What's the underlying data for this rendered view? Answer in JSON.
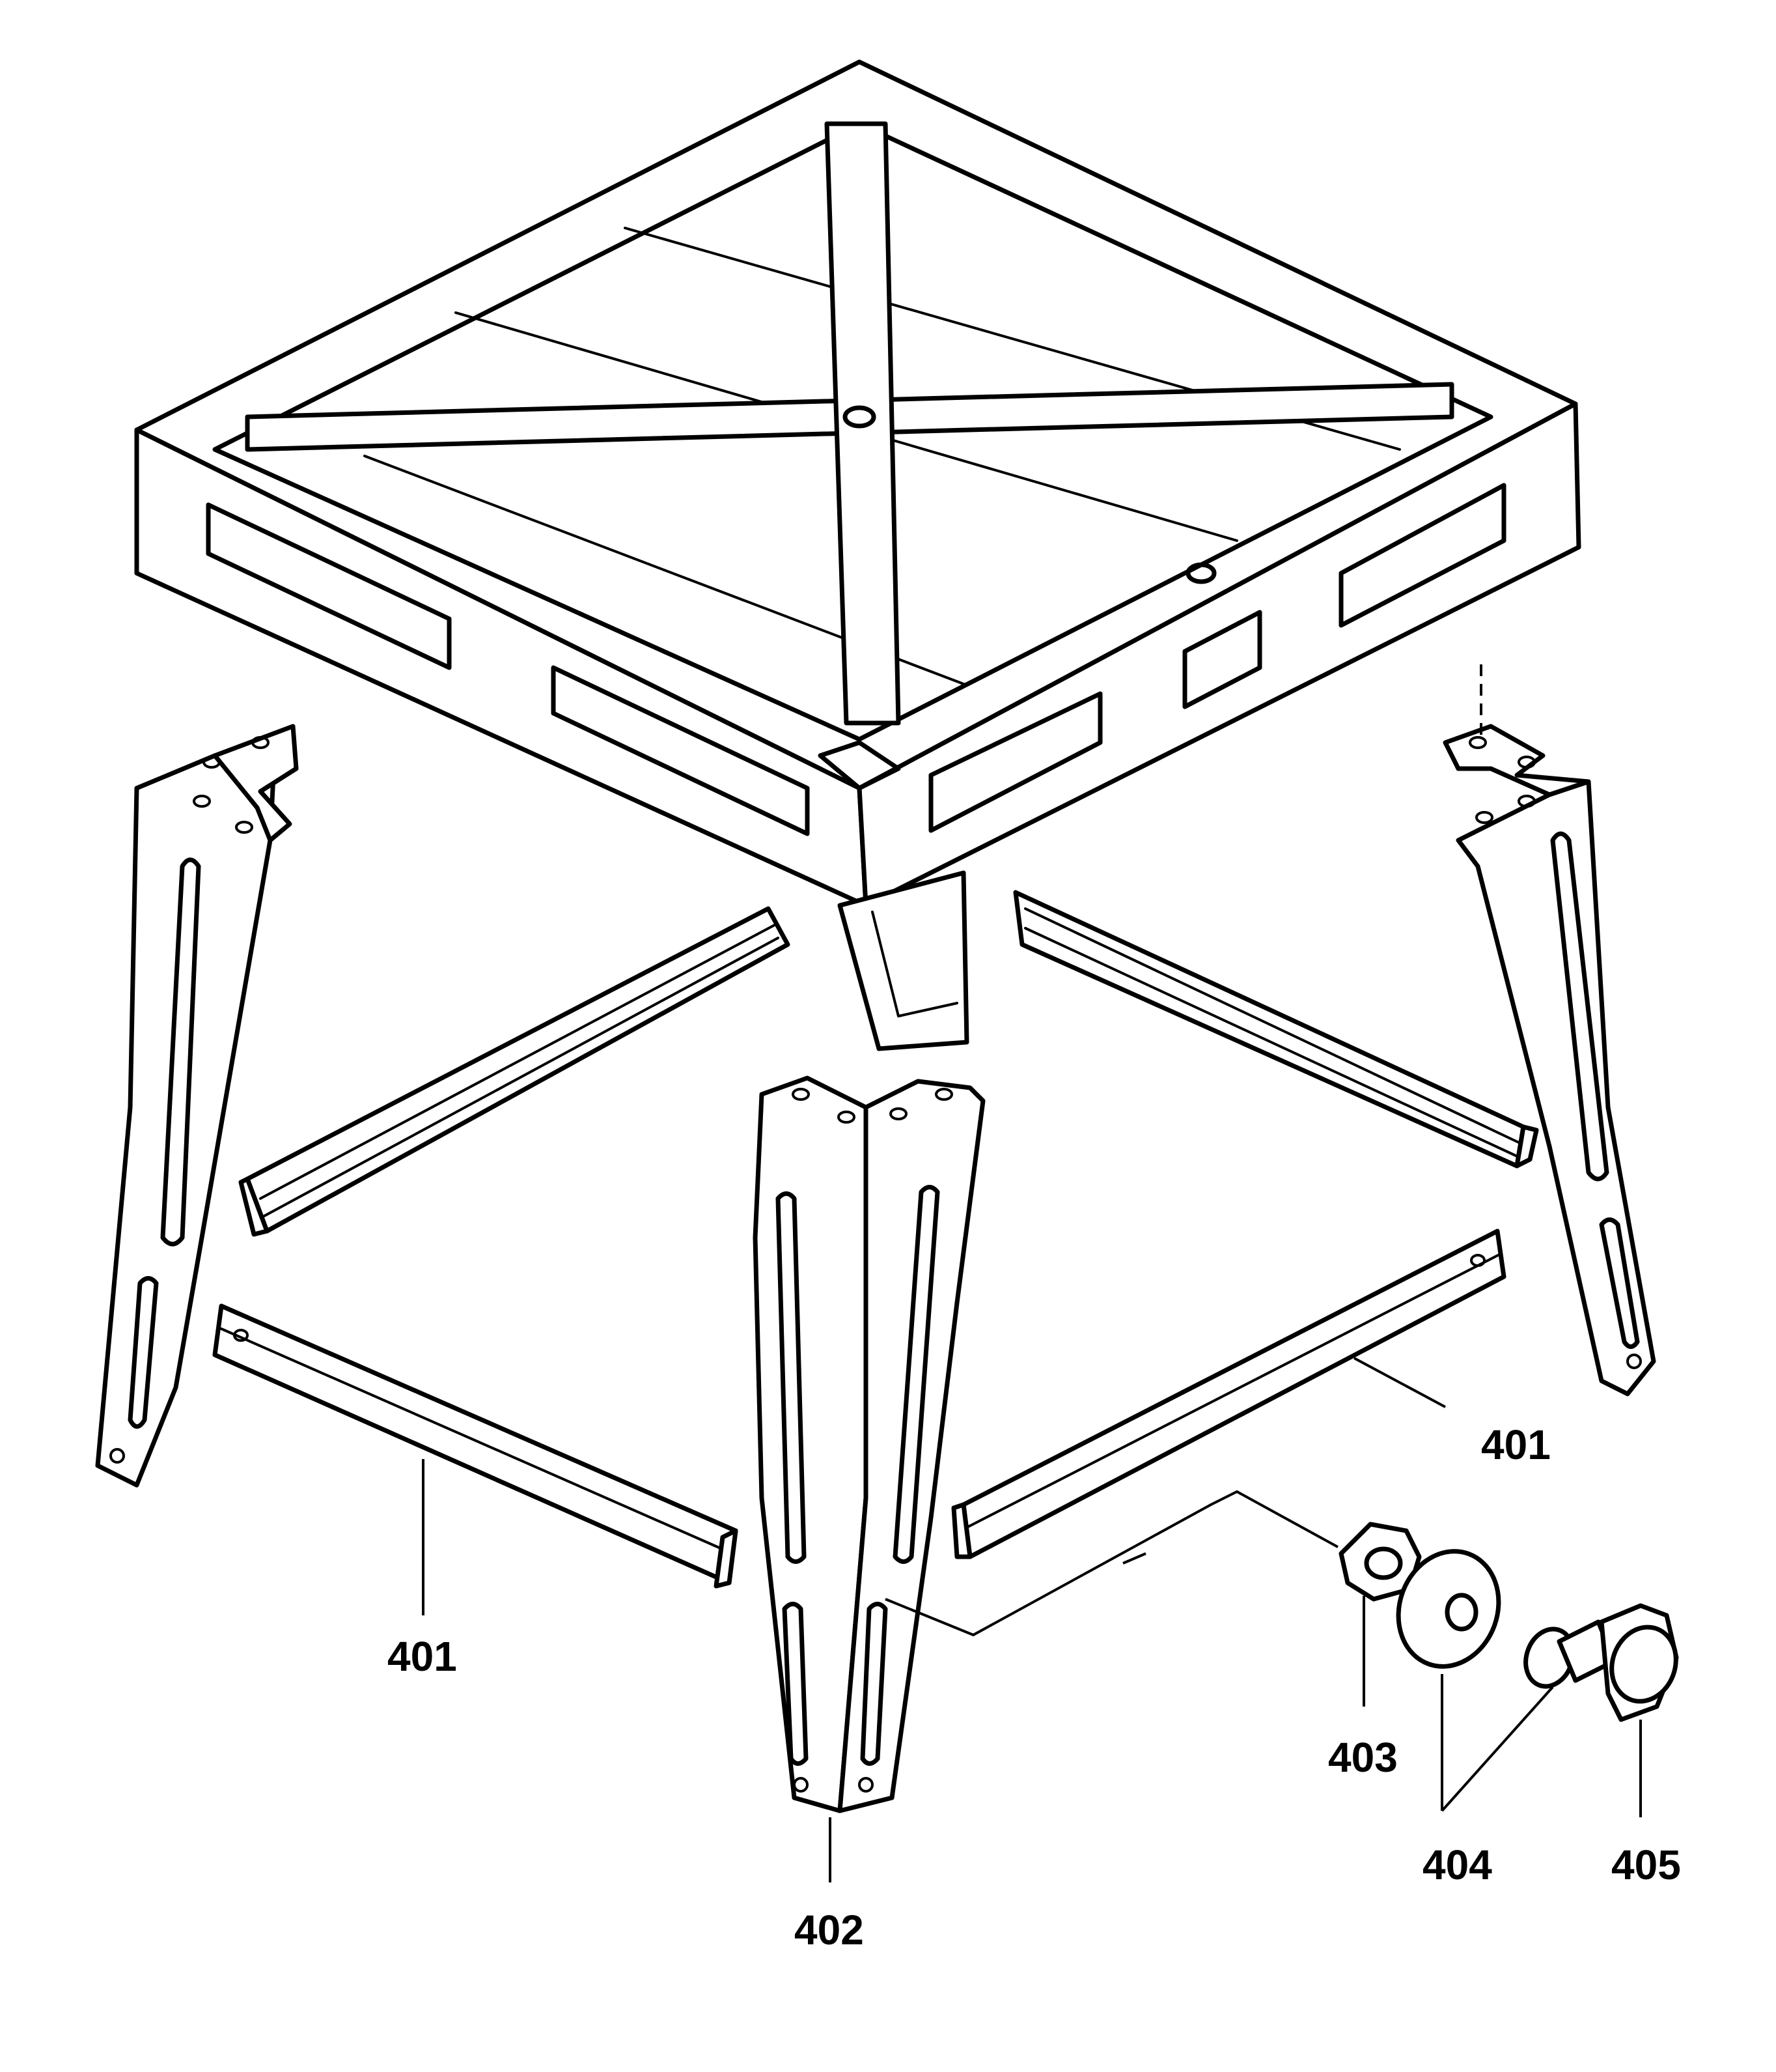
{
  "colors": {
    "line": "#000000",
    "background": "#ffffff"
  },
  "labels": [
    {
      "id": "part-401-left",
      "text": "401"
    },
    {
      "id": "part-401-right",
      "text": "401"
    },
    {
      "id": "part-402",
      "text": "402"
    },
    {
      "id": "part-403",
      "text": "403"
    },
    {
      "id": "part-404",
      "text": "404"
    },
    {
      "id": "part-405",
      "text": "405"
    }
  ]
}
